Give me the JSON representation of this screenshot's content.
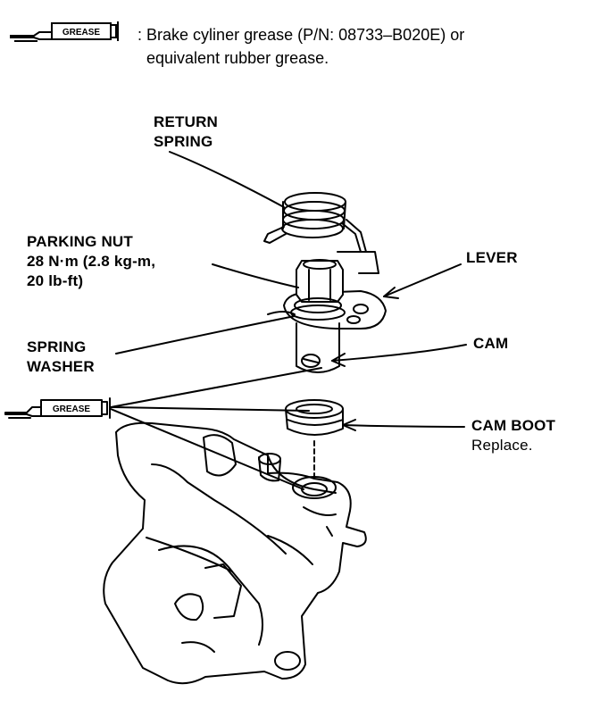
{
  "legend": {
    "icon_label": "GREASE",
    "separator": ":",
    "line1": "Brake cyliner grease (P/N: 08733–B020E) or",
    "line2": "equivalent rubber grease."
  },
  "labels": {
    "return_spring": [
      "RETURN",
      "SPRING"
    ],
    "parking_nut": [
      "PARKING NUT",
      "28 N·m (2.8 kg-m,",
      "20 lb-ft)"
    ],
    "spring_washer": [
      "SPRING",
      "WASHER"
    ],
    "lever": "LEVER",
    "cam": "CAM",
    "cam_boot": "CAM BOOT",
    "cam_boot_note": "Replace.",
    "grease_icon_label": "GREASE"
  },
  "colors": {
    "ink": "#000000",
    "paper": "#ffffff"
  },
  "icons": [
    "grease-gun-icon"
  ]
}
